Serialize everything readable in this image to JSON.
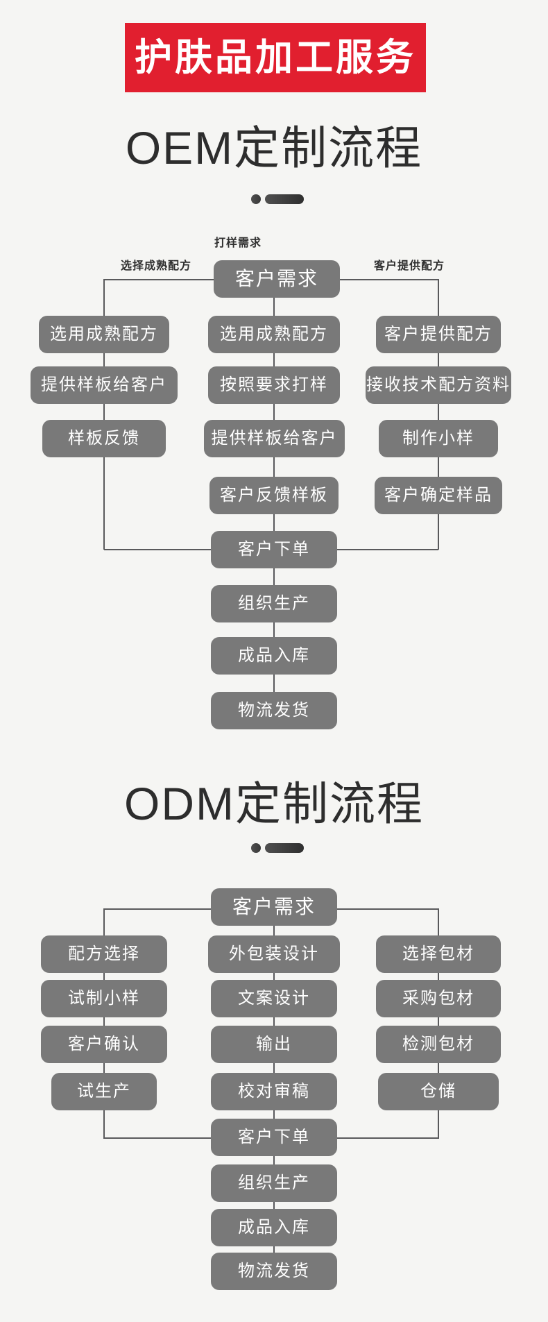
{
  "header": {
    "banner": "护肤品加工服务"
  },
  "colors": {
    "banner_red": "#e11f2f",
    "box_gray": "#797979",
    "line_gray": "#59595b",
    "background": "#f5f5f3",
    "title_dark": "#2d2d2d"
  },
  "oem": {
    "title": "OEM定制流程",
    "top_label": "打样需求",
    "left_label": "选择成熟配方",
    "right_label": "客户提供配方",
    "root": "客户需求",
    "left": [
      "选用成熟配方",
      "提供样板给客户",
      "样板反馈"
    ],
    "center": [
      "选用成熟配方",
      "按照要求打样",
      "提供样板给客户",
      "客户反馈样板"
    ],
    "right": [
      "客户提供配方",
      "接收技术配方资料",
      "制作小样",
      "客户确定样品"
    ],
    "tail": [
      "客户下单",
      "组织生产",
      "成品入库",
      "物流发货"
    ]
  },
  "odm": {
    "title": "ODM定制流程",
    "root": "客户需求",
    "left": [
      "配方选择",
      "试制小样",
      "客户确认",
      "试生产"
    ],
    "center": [
      "外包装设计",
      "文案设计",
      "输出",
      "校对审稿"
    ],
    "right": [
      "选择包材",
      "采购包材",
      "检测包材",
      "仓储"
    ],
    "tail": [
      "客户下单",
      "组织生产",
      "成品入库",
      "物流发货"
    ]
  }
}
